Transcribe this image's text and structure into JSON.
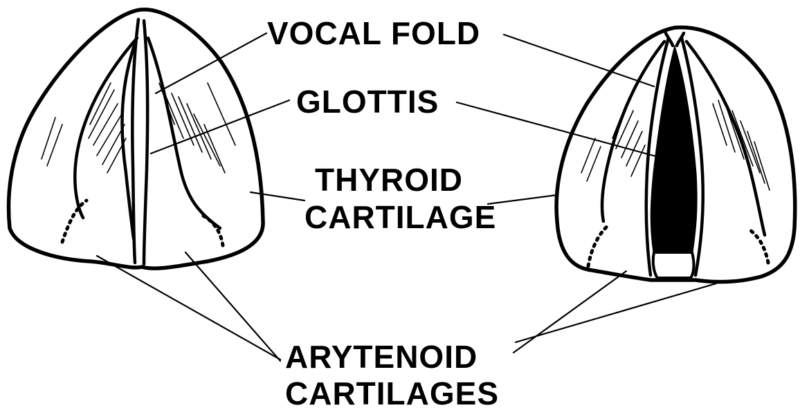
{
  "labels": {
    "vocal_fold": "VOCAL FOLD",
    "glottis": "GLOTTIS",
    "thyroid_line1": "THYROID",
    "thyroid_line2": "CARTILAGE",
    "arytenoid_line1": "ARYTENOID",
    "arytenoid_line2": "CARTILAGES"
  },
  "colors": {
    "ink": "#000000",
    "background": "#ffffff"
  }
}
